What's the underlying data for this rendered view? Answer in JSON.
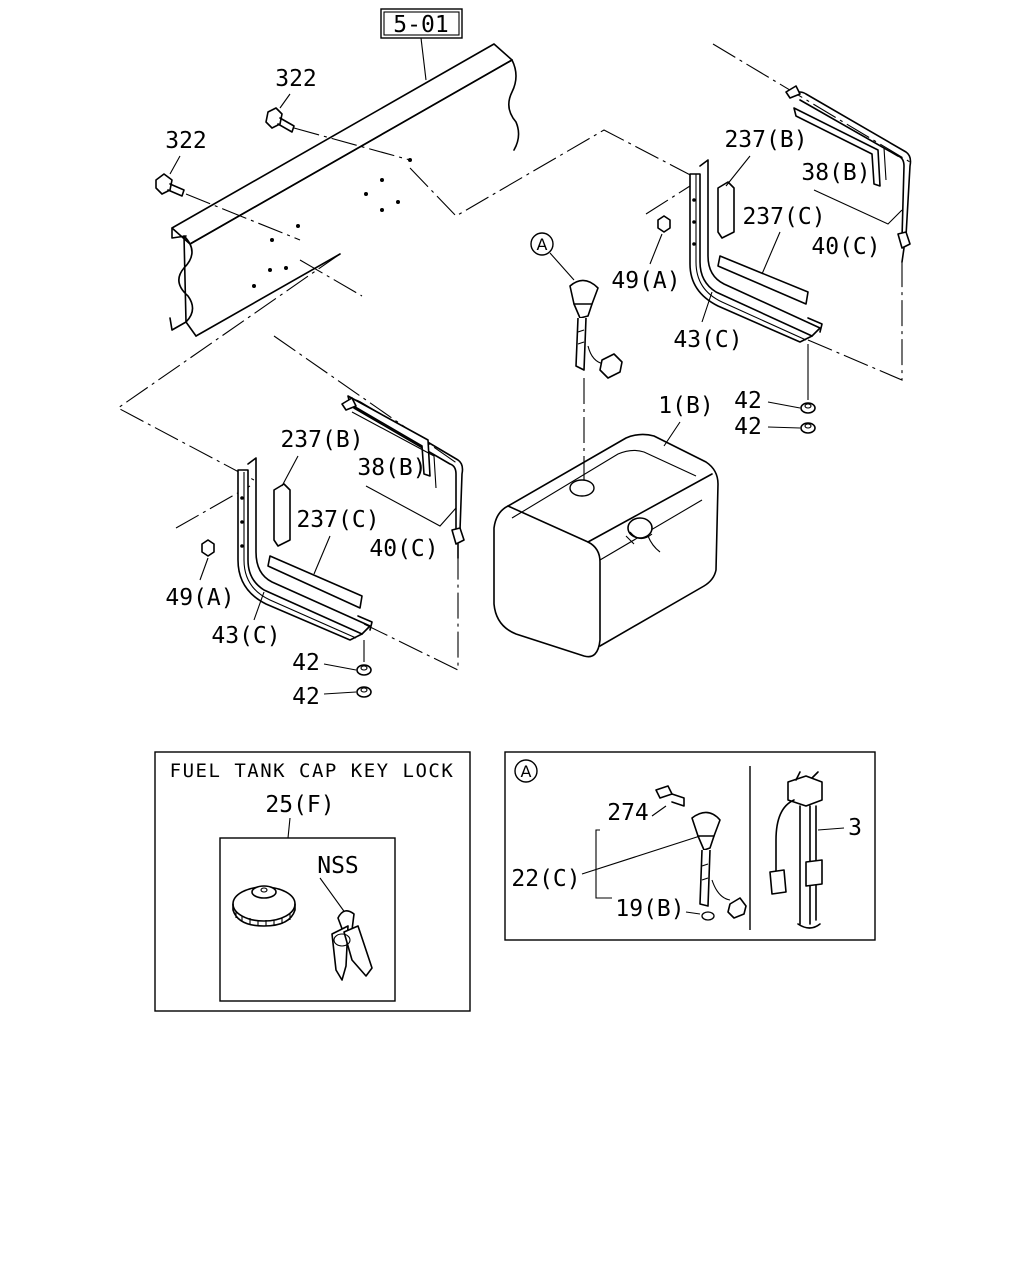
{
  "diagram": {
    "ref_box": "5-01",
    "labels": {
      "bolt_upper": "322",
      "bolt_lower": "322",
      "callout_a": "A",
      "tank": "1(B)",
      "r_strap_pad": "237(B)",
      "r_strap_band": "38(B)",
      "r_pad_c": "237(C)",
      "r_band_c": "40(C)",
      "r_nut_49": "49(A)",
      "r_bracket": "43(C)",
      "r_nut_42a": "42",
      "r_nut_42b": "42",
      "l_strap_pad": "237(B)",
      "l_strap_band": "38(B)",
      "l_pad_c": "237(C)",
      "l_band_c": "40(C)",
      "l_nut_49": "49(A)",
      "l_bracket": "43(C)",
      "l_nut_42a": "42",
      "l_nut_42b": "42"
    },
    "cap_panel": {
      "title": "FUEL TANK CAP KEY LOCK",
      "part": "25(F)",
      "nss": "NSS"
    },
    "detail_panel": {
      "marker": "A",
      "p274": "274",
      "p22": "22(C)",
      "p19": "19(B)",
      "p3": "3"
    }
  }
}
